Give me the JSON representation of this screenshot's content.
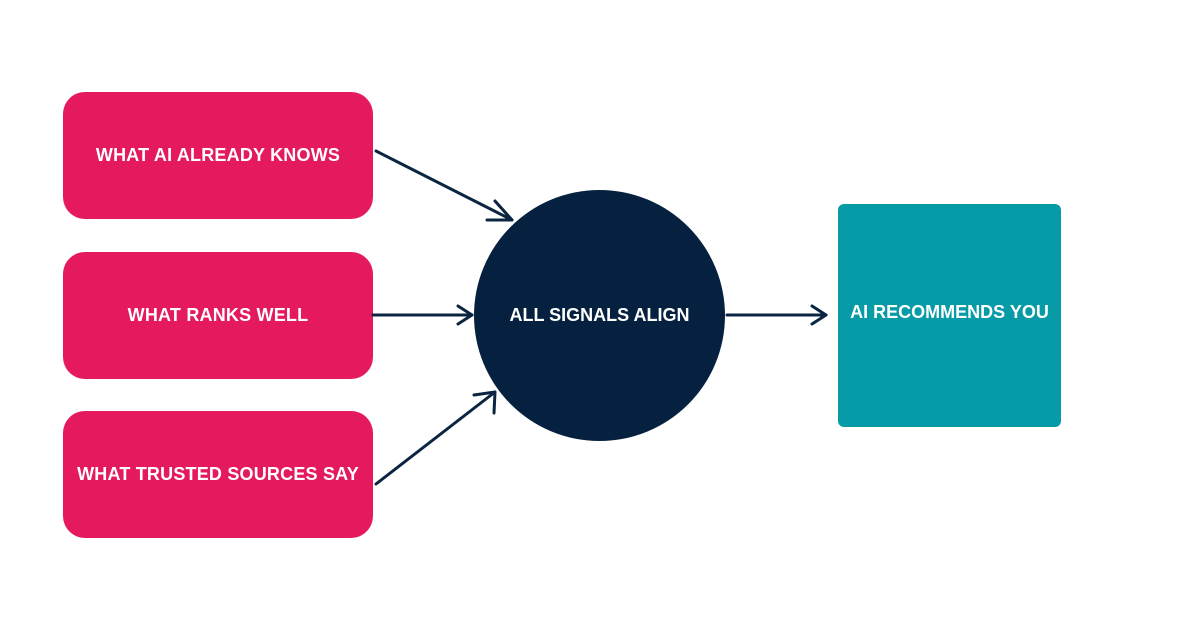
{
  "colors": {
    "input_fill": "#e5195e",
    "hub_fill": "#062140",
    "output_fill": "#079ba8",
    "arrow": "#0b2442"
  },
  "inputs": [
    {
      "label": "WHAT AI ALREADY KNOWS"
    },
    {
      "label": "WHAT RANKS WELL"
    },
    {
      "label": "WHAT TRUSTED SOURCES SAY"
    }
  ],
  "hub": {
    "label": "ALL SIGNALS ALIGN"
  },
  "output": {
    "label": "AI RECOMMENDS YOU"
  }
}
